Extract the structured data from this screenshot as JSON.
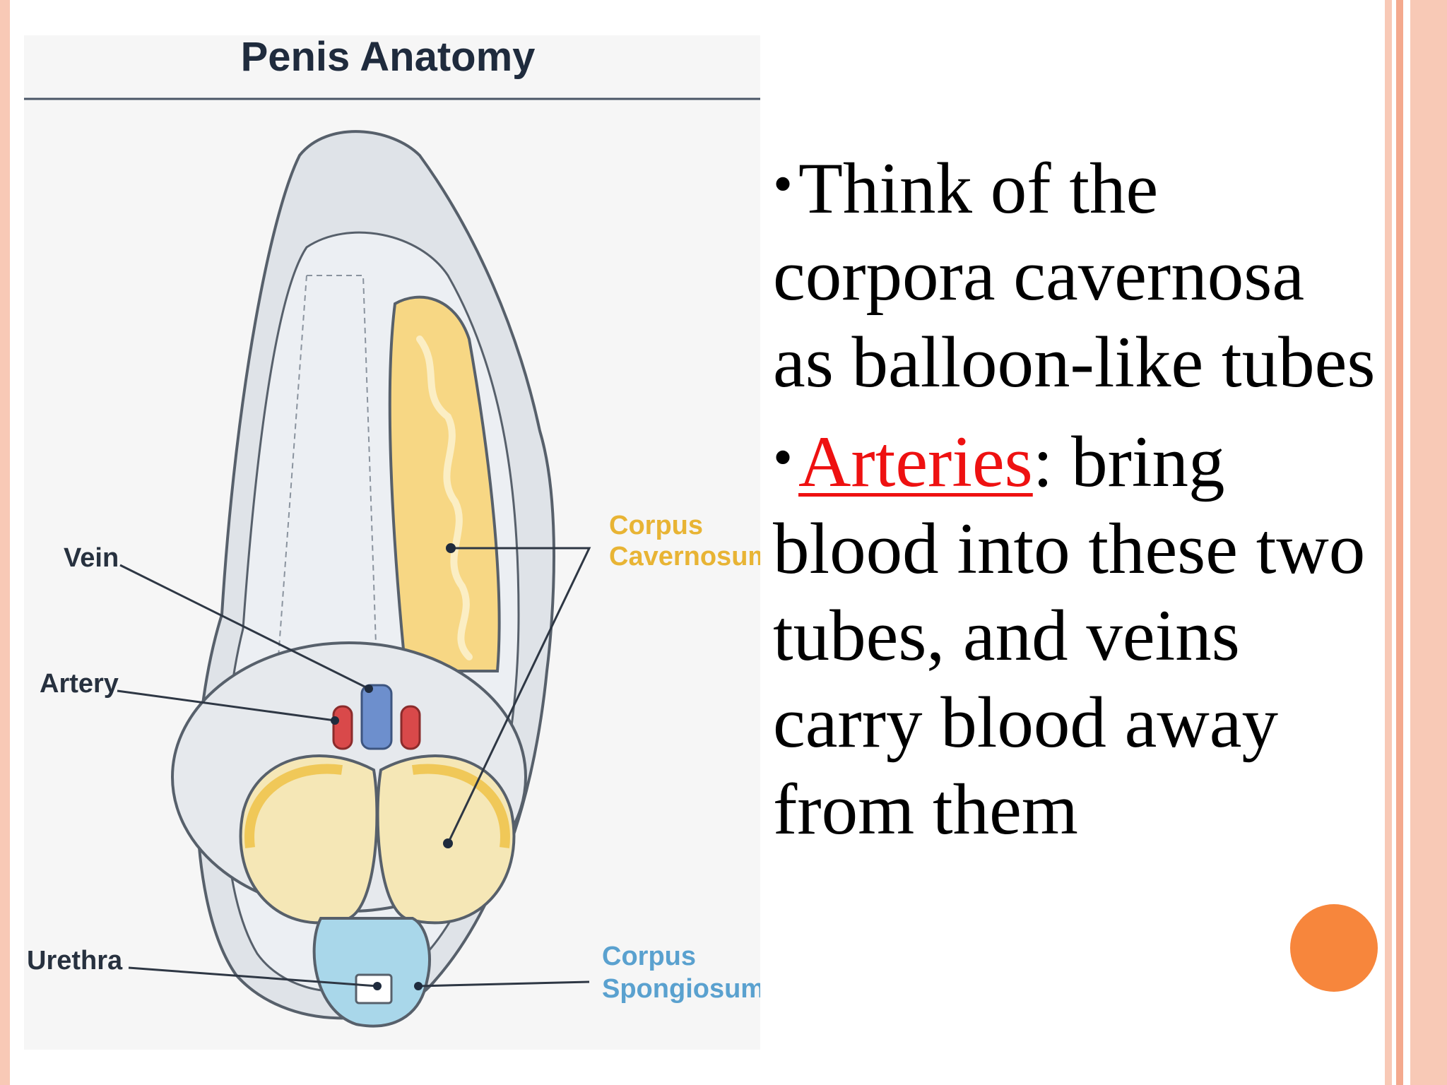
{
  "slide": {
    "colors": {
      "border_pink": "#f8c9b6",
      "border_salmon": "#f4a98e",
      "accent_orange": "#f7863c",
      "highlight_red": "#ee1111"
    },
    "diagram": {
      "title": "Penis Anatomy",
      "labels": {
        "vein": "Vein",
        "artery": "Artery",
        "urethra": "Urethra",
        "corpus_cavernosum_line1": "Corpus",
        "corpus_cavernosum_line2": "Cavernosum",
        "corpus_spongiosum_line1": "Corpus",
        "corpus_spongiosum_line2": "Spongiosum"
      }
    },
    "bullets": [
      {
        "text": "Think of the corpora cavernosa as balloon-like tubes"
      },
      {
        "highlight": "Arteries",
        "rest": ": bring blood into these two tubes, and veins carry blood away from them"
      }
    ]
  }
}
